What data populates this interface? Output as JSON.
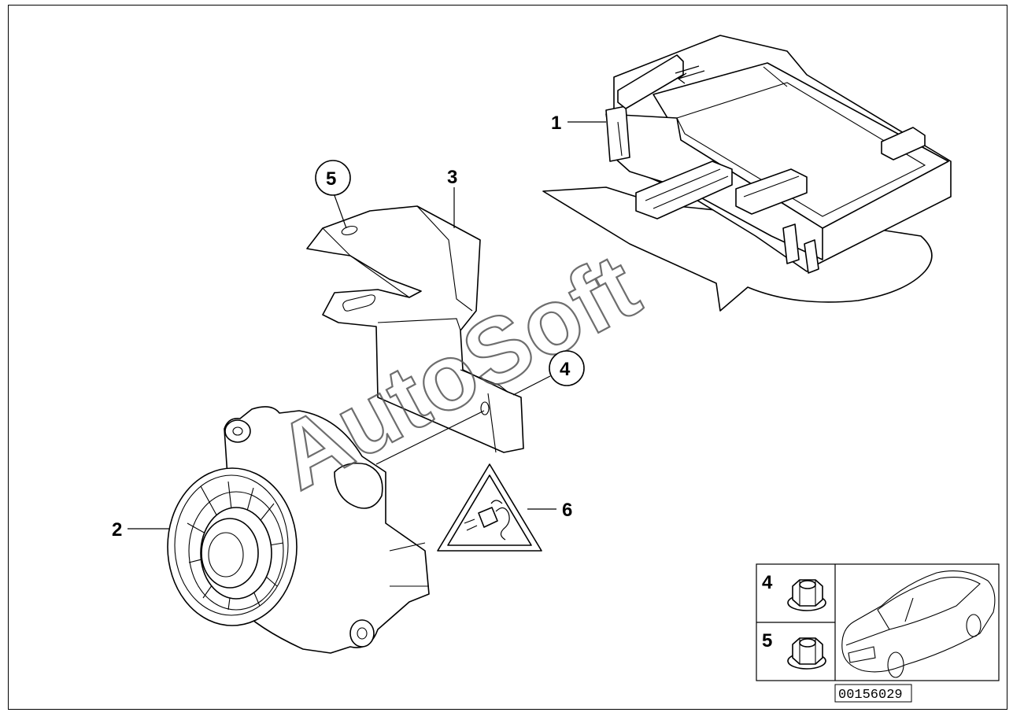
{
  "callouts": [
    {
      "id": "1",
      "label": "1"
    },
    {
      "id": "2",
      "label": "2"
    },
    {
      "id": "3",
      "label": "3"
    },
    {
      "id": "4",
      "label": "4"
    },
    {
      "id": "5",
      "label": "5"
    },
    {
      "id": "6",
      "label": "6"
    }
  ],
  "watermark": "AutoSoft",
  "legend": {
    "items": [
      {
        "label": "4",
        "part": "hex-flange-nut"
      },
      {
        "label": "5",
        "part": "hex-flange-nut"
      }
    ]
  },
  "diagram_code": "00156029"
}
